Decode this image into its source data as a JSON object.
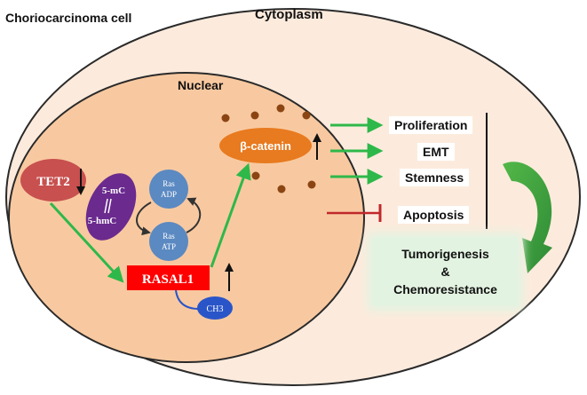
{
  "labels": {
    "cell": "Choriocarcinoma cell",
    "cytoplasm": "Cytoplasm",
    "nuclear": "Nuclear"
  },
  "nodes": {
    "tet2": "TET2",
    "five_mc": "5-mC",
    "five_hmc": "5-hmC",
    "ras_adp_1": "Ras",
    "ras_adp_2": "ADP",
    "ras_atp_1": "Ras",
    "ras_atp_2": "ATP",
    "rasal1": "RASAL1",
    "ch3": "CH3",
    "beta_catenin": "β-catenin"
  },
  "outcomes": {
    "proliferation": "Proliferation",
    "emt": "EMT",
    "stemness": "Stemness",
    "apoptosis": "Apoptosis",
    "tumor_1": "Tumorigenesis",
    "tumor_2": "&",
    "tumor_3": "Chemoresistance"
  },
  "colors": {
    "cytoplasm_fill": "#fcebdd",
    "nucleus_fill": "#f8c9a0",
    "tet2": "#c8504f",
    "methyl": "#6a2a8e",
    "ras": "#5b89c2",
    "rasal1": "#ff0000",
    "ch3": "#2a55c8",
    "beta_catenin": "#e87a1f",
    "dots": "#8b4513",
    "green_arrow": "#2eb84a",
    "inhibit": "#c0282b",
    "cycle_arrow": "#3a9a3c"
  }
}
